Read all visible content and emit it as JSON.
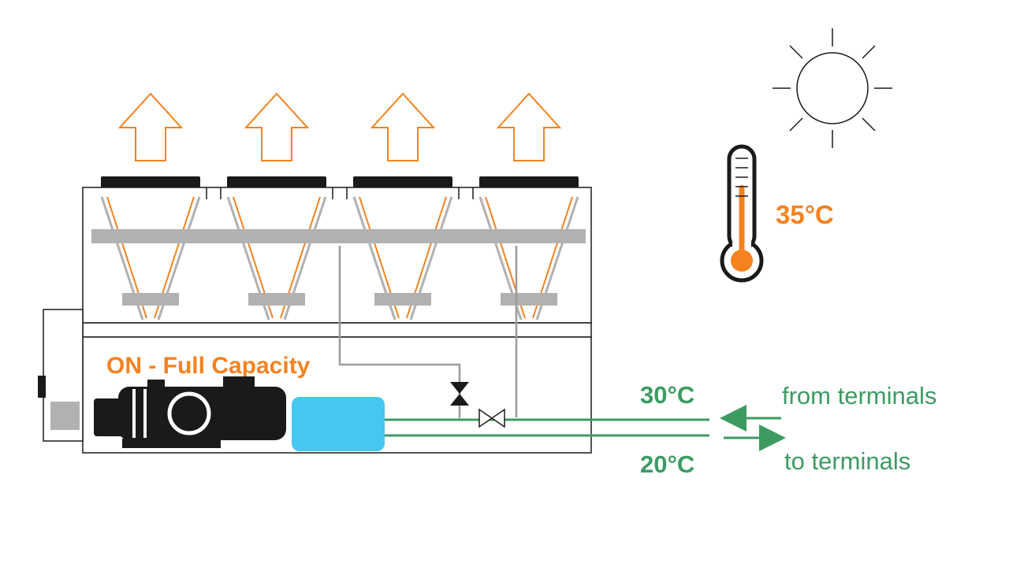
{
  "diagram": {
    "chiller": {
      "status_label": "ON - Full Capacity",
      "fan_count": 4
    },
    "ambient": {
      "temperature": "35°C"
    },
    "water_loop": {
      "return": {
        "temperature": "30°C",
        "label": "from terminals",
        "direction": "left"
      },
      "supply": {
        "temperature": "20°C",
        "label": "to terminals",
        "direction": "right"
      }
    },
    "icons": {
      "sun": "sun-icon",
      "thermometer": "thermometer-icon",
      "heat_arrows": "heat-exhaust-arrow-icon",
      "compressor": "compressor-icon",
      "evaporator": "evaporator-icon",
      "expansion_valve": "expansion-valve-icon",
      "pipe_valve": "pipe-valve-icon"
    },
    "colors": {
      "orange": "#f5821f",
      "green": "#3d9b62",
      "blue": "#45c7f0",
      "gray": "#b1b1b1",
      "line_gray": "#9b9b9b",
      "black": "#1a1a1a"
    }
  }
}
